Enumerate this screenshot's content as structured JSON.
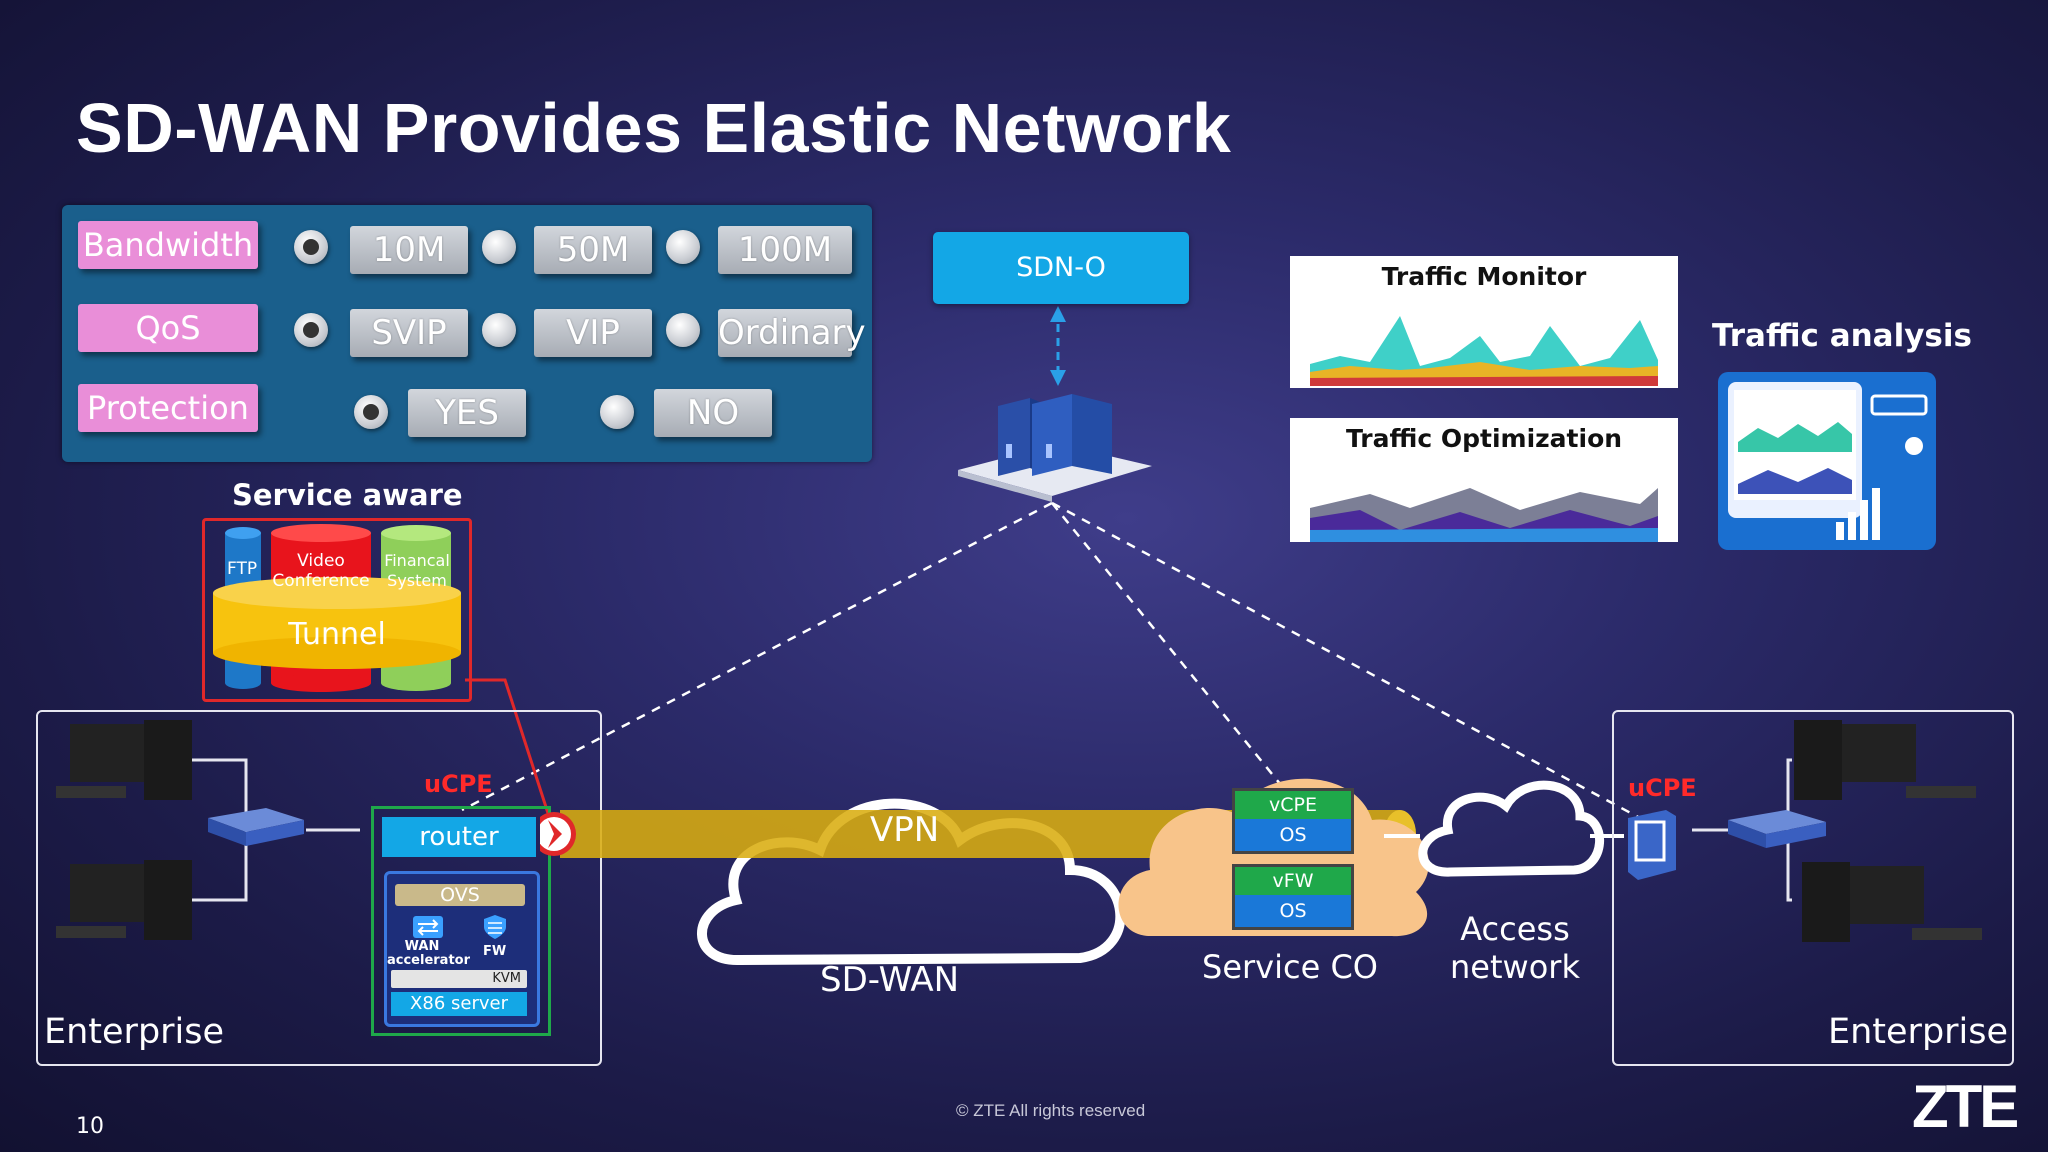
{
  "title": "SD-WAN Provides Elastic Network",
  "service_panel": {
    "rows": [
      {
        "label": "Bandwidth",
        "options": [
          "10M",
          "50M",
          "100M"
        ],
        "selected": 0
      },
      {
        "label": "QoS",
        "options": [
          "SVIP",
          "VIP",
          "Ordinary"
        ],
        "selected": 0
      },
      {
        "label": "Protection",
        "options": [
          "YES",
          "NO"
        ],
        "selected": 0
      }
    ]
  },
  "service_aware": {
    "title": "Service aware",
    "apps": [
      "FTP",
      "Video Conference",
      "Financal System"
    ],
    "tunnel": "Tunnel"
  },
  "sdno": {
    "label": "SDN-O"
  },
  "traffic_monitor": {
    "title": "Traffic Monitor"
  },
  "traffic_optimization": {
    "title": "Traffic Optimization"
  },
  "traffic_analysis": {
    "label": "Traffic analysis"
  },
  "left_site": {
    "label": "Enterprise",
    "ucpe_label": "uCPE",
    "router": "router",
    "ovs": "OVS",
    "wan_accel": "WAN accelerator",
    "fw": "FW",
    "kvm": "KVM",
    "x86": "X86 server"
  },
  "vpn_label": "VPN",
  "sdwan_label": "SD-WAN",
  "service_co": {
    "label": "Service CO",
    "vnfs": [
      {
        "name": "vCPE",
        "os": "OS"
      },
      {
        "name": "vFW",
        "os": "OS"
      }
    ]
  },
  "access_network": {
    "line1": "Access",
    "line2": "network"
  },
  "right_site": {
    "label": "Enterprise",
    "ucpe_label": "uCPE"
  },
  "footer": {
    "copyright": "© ZTE All rights reserved",
    "page": "10",
    "logo": "ZTE"
  },
  "colors": {
    "panel": "#1a5f8c",
    "label_pink": "#e98ed8",
    "sdno_blue": "#13a7e6",
    "vpn_tube": "#d9ad10",
    "ucpe_red": "#e0282a",
    "server_green": "#1fa84a"
  }
}
